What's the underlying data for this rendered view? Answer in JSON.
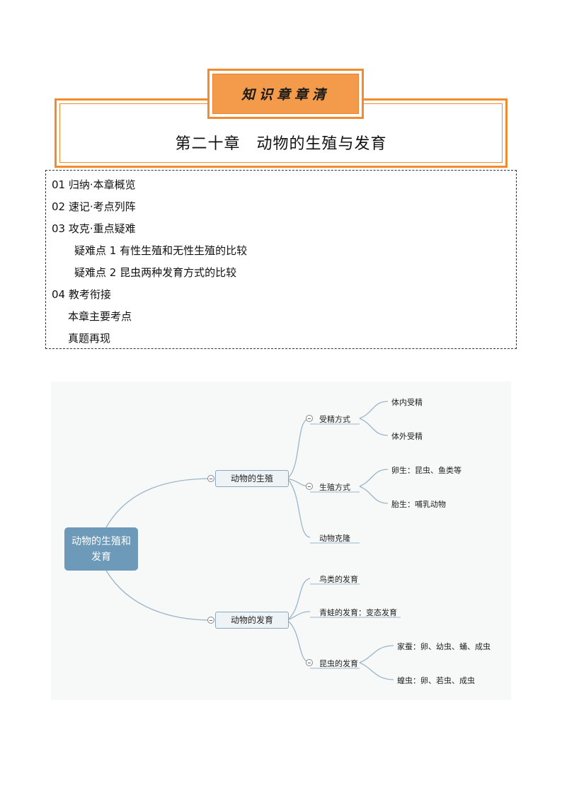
{
  "header": {
    "tab_label": "知识章章清",
    "chapter_title": "第二十章　动物的生殖与发育"
  },
  "toc": {
    "items": [
      "01 归纳·本章概览",
      "02 速记·考点列阵",
      "03 攻克·重点疑难",
      "疑难点 1 有性生殖和无性生殖的比较",
      "疑难点 2 昆虫两种发育方式的比较",
      "04 教考衔接",
      "本章主要考点",
      "真题再现"
    ]
  },
  "mindmap": {
    "root": "动物的生殖和发育",
    "branches": [
      {
        "label": "动物的生殖",
        "children": [
          {
            "label": "受精方式",
            "children": [
              "体内受精",
              "体外受精"
            ]
          },
          {
            "label": "生殖方式",
            "children": [
              "卵生：昆虫、鱼类等",
              "胎生：哺乳动物"
            ]
          },
          {
            "label": "动物克隆",
            "children": []
          }
        ]
      },
      {
        "label": "动物的发育",
        "children": [
          {
            "label": "鸟类的发育",
            "children": []
          },
          {
            "label": "青蛙的发育：变态发育",
            "children": []
          },
          {
            "label": "昆虫的发育",
            "children": [
              "家蚕：卵、幼虫、蛹、成虫",
              "蝗虫：卵、若虫、成虫"
            ]
          }
        ]
      }
    ]
  }
}
